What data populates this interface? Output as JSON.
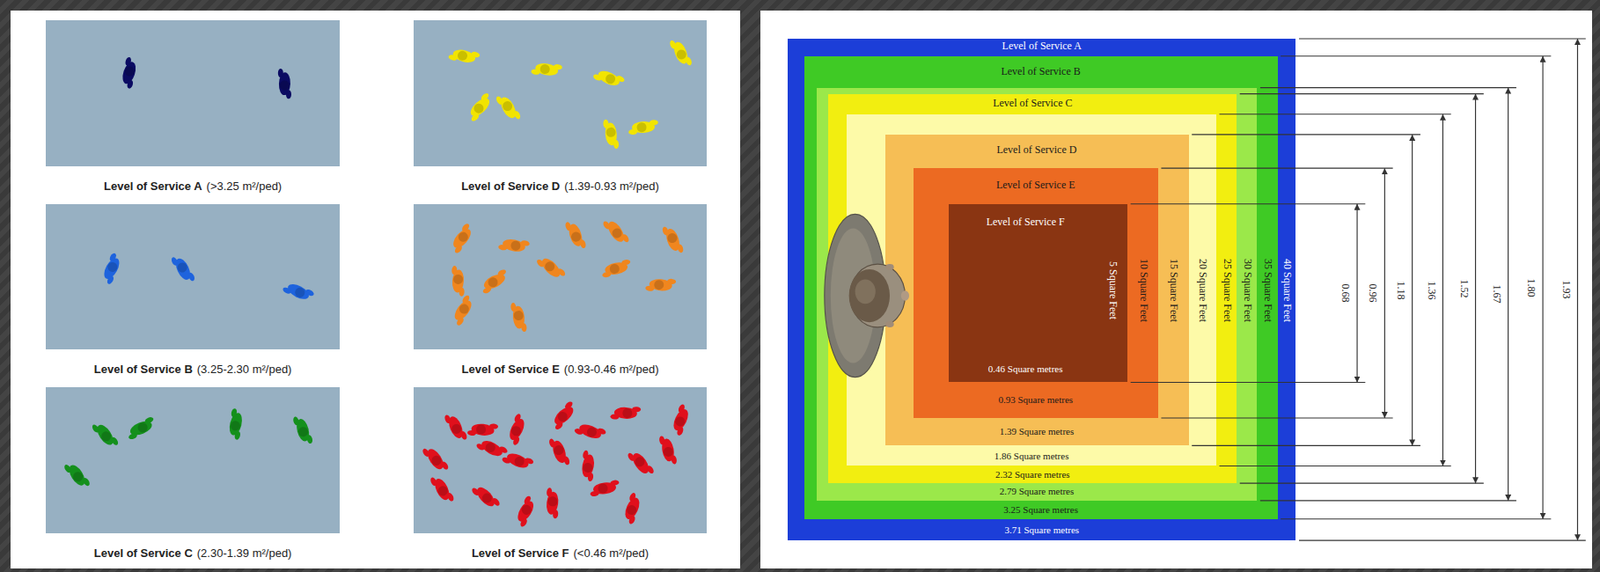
{
  "diagram": {
    "nodes": [
      {
        "text": [
          "Level of Service A",
          "(>3.25 m²/ped)"
        ]
      },
      {
        "text": [
          "Level of Service D",
          "(1.39-0.93 m²/ped)"
        ]
      },
      {
        "text": [
          "Level of Service B",
          "(3.25-2.30 m²/ped)"
        ]
      },
      {
        "text": [
          "Level of Service E",
          "(0.93-0.46 m²/ped)"
        ]
      },
      {
        "text": [
          "Level of Service C",
          "(2.30-1.39 m²/ped)"
        ]
      },
      {
        "text": [
          "Level of Service F",
          "(<0.46 m²/ped)"
        ]
      },
      {
        "text": [
          "Level of Service A",
          "40 Square Feet",
          "3.71 Square metres"
        ]
      },
      {
        "text": [
          "Level of Service B",
          "35 Square Feet",
          "3.25 Square metres"
        ],
        "in": 6
      },
      {
        "text": [
          "30 Square Feet",
          "2.79 Square metres"
        ],
        "in": 7
      },
      {
        "text": [
          "Level of Service C",
          "25 Square Feet",
          "2.32 Square metres"
        ],
        "in": 8
      },
      {
        "text": [
          "20 Square Feet",
          "1.86 Square metres"
        ],
        "in": 9
      },
      {
        "text": [
          "Level of Service D",
          "15 Square Feet",
          "1.39 Square metres"
        ],
        "in": 10
      },
      {
        "text": [
          "Level of Service E",
          "10 Square Feet",
          "0.93 Square metres"
        ],
        "in": 11
      },
      {
        "text": [
          "Level of Service F",
          "5 Square Feet",
          "0.46 Square metres"
        ],
        "in": 12
      }
    ],
    "labels": [
      "0.68",
      "0.96",
      "1.18",
      "1.36",
      "1.52",
      "1.67",
      "1.80",
      "1.93"
    ]
  }
}
